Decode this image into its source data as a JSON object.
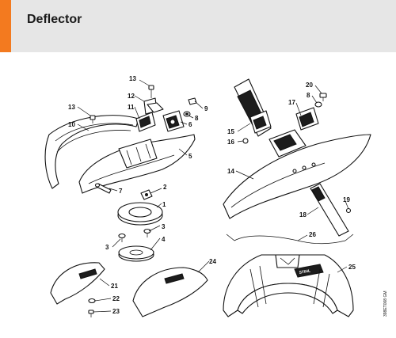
{
  "header": {
    "title": "Deflector",
    "accent_color": "#f37a1f",
    "background": "#e6e6e6"
  },
  "callouts": [
    "1",
    "2",
    "3",
    "3",
    "4",
    "5",
    "6",
    "7",
    "8",
    "8",
    "9",
    "10",
    "11",
    "12",
    "13",
    "13",
    "14",
    "15",
    "16",
    "17",
    "18",
    "19",
    "20",
    "21",
    "22",
    "23",
    "24",
    "25",
    "26"
  ],
  "diagram_code": "398ET008 GM",
  "logo_text": "STIHL"
}
